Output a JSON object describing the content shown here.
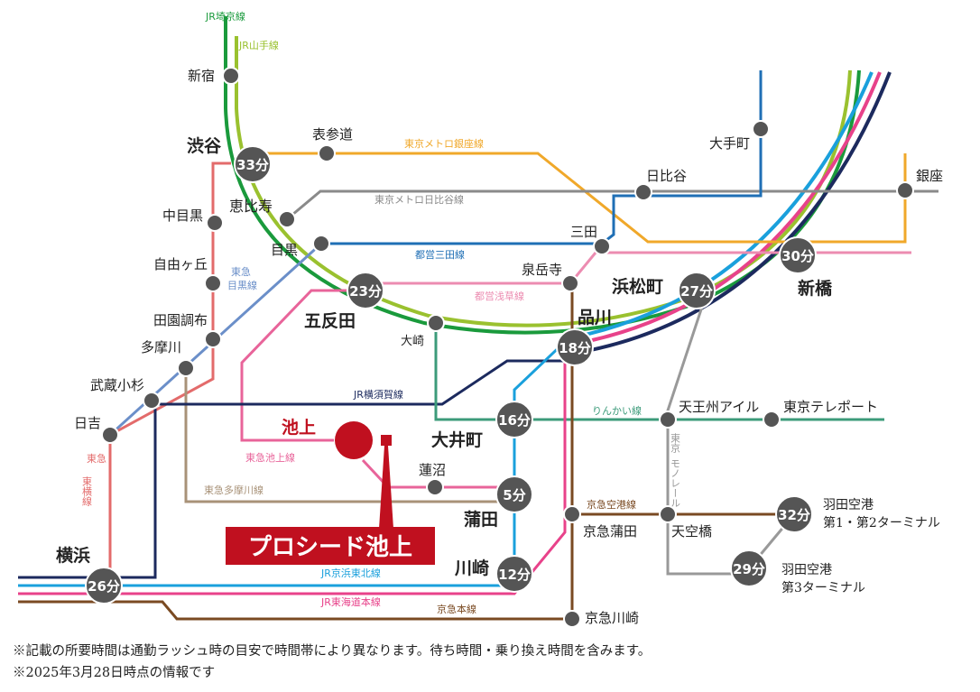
{
  "lines": {
    "saikyo": {
      "label": "JR埼京線",
      "color": "#1a9a3c"
    },
    "yamanote": {
      "label": "JR山手線",
      "color": "#9ac12f"
    },
    "ginza": {
      "label": "東京メトロ銀座線",
      "color": "#f0a82a"
    },
    "hibiya": {
      "label": "東京メトロ日比谷線",
      "color": "#8a8a8a"
    },
    "mita": {
      "label": "都営三田線",
      "color": "#1f6fb5"
    },
    "asakusa": {
      "label": "都営浅草線",
      "color": "#ec8cb1"
    },
    "meguro": {
      "label1": "東急",
      "label2": "目黒線",
      "color": "#6b8fc9"
    },
    "toyoko": {
      "label1": "東急",
      "label2": "東横線",
      "color": "#e36b6b"
    },
    "ikegami": {
      "label": "東急池上線",
      "color": "#e8649a"
    },
    "tamagawa": {
      "label": "東急多摩川線",
      "color": "#a89278"
    },
    "yokosuka": {
      "label": "JR横須賀線",
      "color": "#1c2a5e"
    },
    "rinkai": {
      "label": "りんかい線",
      "color": "#3c9b7a"
    },
    "monorail": {
      "label1": "東京",
      "label2": "モノレール",
      "color": "#999999"
    },
    "keihintohoku": {
      "label": "JR京浜東北線",
      "color": "#1aa0dc"
    },
    "tokaido": {
      "label": "JR東海道本線",
      "color": "#e8428a"
    },
    "keikyu": {
      "label": "京急本線",
      "color": "#7a4a22"
    },
    "keikyuairport": {
      "label": "京急空港線",
      "color": "#7a4a22"
    },
    "red": {
      "color": "#d0112b"
    }
  },
  "stations": {
    "shinjuku": "新宿",
    "shibuya": "渋谷",
    "omotesando": "表参道",
    "otemachi": "大手町",
    "hibiya": "日比谷",
    "ginza": "銀座",
    "nakameguro": "中目黒",
    "ebisu": "恵比寿",
    "meguro": "目黒",
    "mita": "三田",
    "jiyugaoka": "自由ヶ丘",
    "sengakuji": "泉岳寺",
    "hamamatsucho": "浜松町",
    "shimbashi": "新橋",
    "gotanda": "五反田",
    "denenchofu": "田園調布",
    "osaki": "大崎",
    "shinagawa": "品川",
    "tamagawa": "多摩川",
    "musashikosugi": "武蔵小杉",
    "tennozu": "天王州アイル",
    "teleport": "東京テレポート",
    "hiyoshi": "日吉",
    "ikegami": "池上",
    "oimachi": "大井町",
    "hasunuma": "蓮沼",
    "kamata": "蒲田",
    "keikyukamata": "京急蒲田",
    "tenkubashi": "天空橋",
    "haneda12_1": "羽田空港",
    "haneda12_2": "第1・第2ターミナル",
    "haneda3_1": "羽田空港",
    "haneda3_2": "第3ターミナル",
    "yokohama": "横浜",
    "kawasaki": "川崎",
    "keikyukawasaki": "京急川崎"
  },
  "times": {
    "shibuya": "33分",
    "gotanda": "23分",
    "shinagawa": "18分",
    "hamamatsucho": "27分",
    "shimbashi": "30分",
    "oimachi": "16分",
    "kamata": "5分",
    "kawasaki": "12分",
    "yokohama": "26分",
    "haneda12": "32分",
    "haneda3": "29分"
  },
  "property": "プロシード池上",
  "notes": [
    "※記載の所要時間は通勤ラッシュ時の目安で時間帯により異なります。待ち時間・乗り換え時間を含みます。",
    "※2025年3月28日時点の情報です"
  ]
}
